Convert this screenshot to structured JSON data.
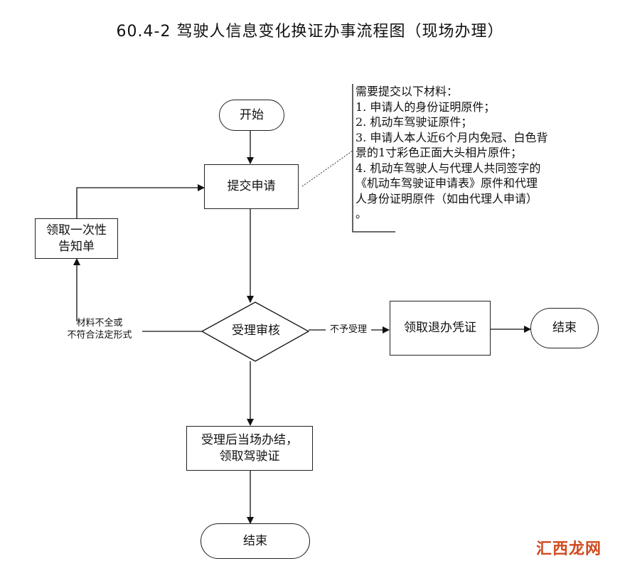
{
  "title": "60.4-2 驾驶人信息变化换证办事流程图（现场办理）",
  "nodes": {
    "start": "开始",
    "submit": "提交申请",
    "notice_line1": "领取一次性",
    "notice_line2": "告知单",
    "review": "受理审核",
    "refund": "领取退办凭证",
    "end_right": "结束",
    "complete_line1": "受理后当场办结，",
    "complete_line2": "领取驾驶证",
    "end_bottom": "结束"
  },
  "edge_labels": {
    "incomplete_line1": "材料不全或",
    "incomplete_line2": "不符合法定形式",
    "rejected": "不予受理"
  },
  "materials_note": {
    "lines": [
      "需要提交以下材料：",
      "1. 申请人的身份证明原件；",
      "2. 机动车驾驶证原件；",
      "3. 申请人本人近6个月内免冠、白色背",
      "景的1寸彩色正面大头相片原件；",
      "4. 机动车驾驶人与代理人共同签字的",
      "《机动车驾驶证申请表》原件和代理",
      "人身份证明原件（如由代理人申请）",
      "。"
    ]
  },
  "watermark": "汇西龙网"
}
